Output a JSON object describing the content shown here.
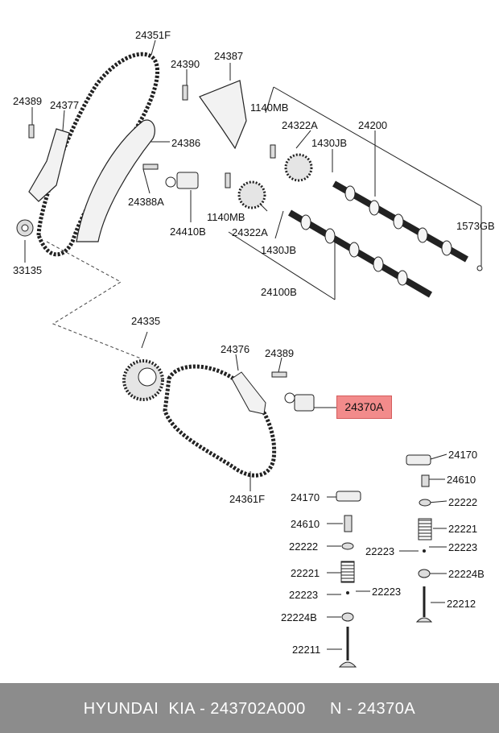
{
  "labels": {
    "p24351F": "24351F",
    "p24390": "24390",
    "p24387": "24387",
    "p24389a": "24389",
    "p24377": "24377",
    "p1140MBa": "1140MB",
    "p24322Aa": "24322A",
    "p24200": "24200",
    "p1430JBa": "1430JB",
    "p24386": "24386",
    "p24388A": "24388A",
    "p1140MBb": "1140MB",
    "p1573GB": "1573GB",
    "p24410B": "24410B",
    "p24322Ab": "24322A",
    "p1430JBb": "1430JB",
    "p33135": "33135",
    "p24100B": "24100B",
    "p24335": "24335",
    "p24376": "24376",
    "p24389b": "24389",
    "p24361F": "24361F",
    "p24170a": "24170",
    "p24610a": "24610",
    "p22222a": "22222",
    "p24170b": "24170",
    "p22221a": "22221",
    "p24610b": "24610",
    "p22223a": "22223",
    "p22223b": "22223",
    "p22222b": "22222",
    "p22224Ba": "22224B",
    "p22221b": "22221",
    "p22212": "22212",
    "p22223c": "22223",
    "p22223d": "22223",
    "p22224Bb": "22224B",
    "p22211": "22211"
  },
  "highlight": {
    "label": "24370A",
    "color": "#f28b8b"
  },
  "footer": {
    "text": "HYUNDAI  KIA - 243702A000     N - 24370A"
  }
}
